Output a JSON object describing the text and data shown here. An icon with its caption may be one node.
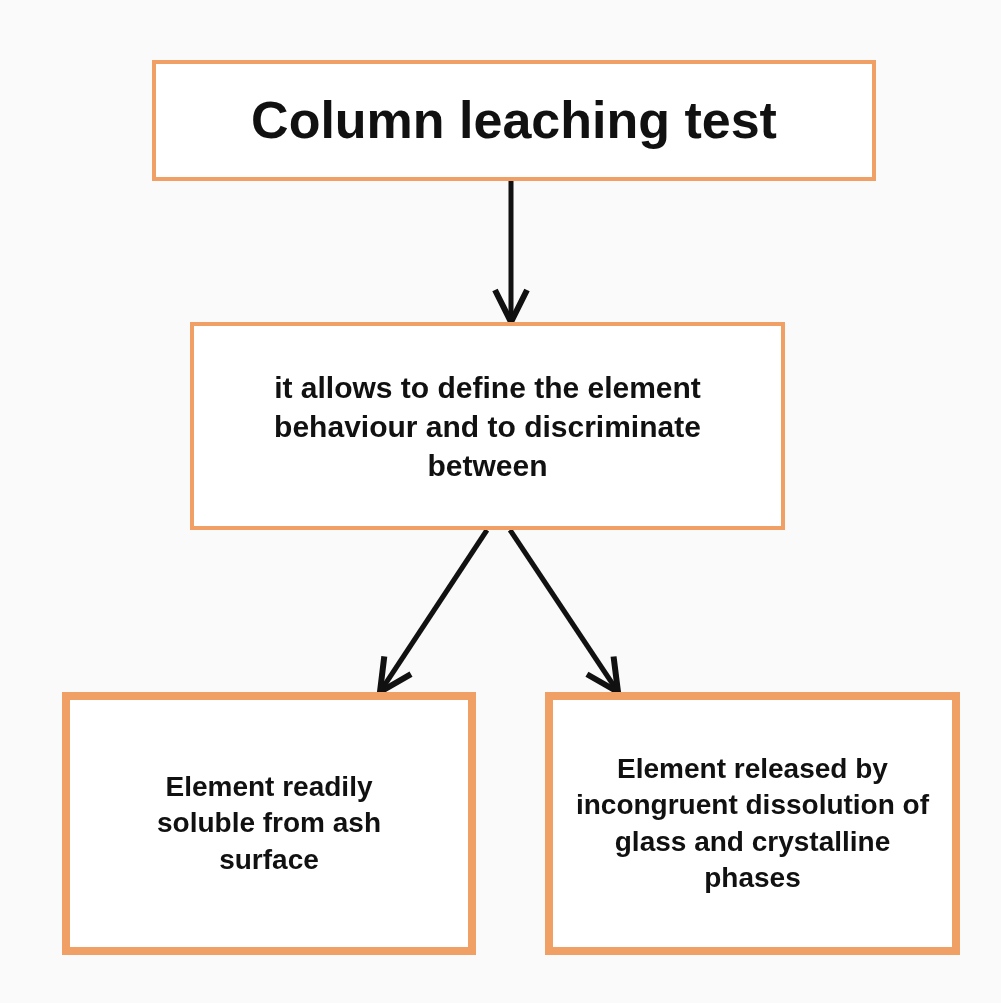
{
  "diagram": {
    "nodes": [
      {
        "text": [
          "Column leaching test"
        ]
      },
      {
        "text": [
          "it allows to define the element behaviour and to discriminate between"
        ]
      },
      {
        "text": [
          "Element readily soluble from ash surface"
        ]
      },
      {
        "text": [
          "Element released by incongruent dissolution of glass and crystalline phases"
        ]
      }
    ],
    "edges": [
      {
        "from": 0,
        "to": 1,
        "arrow": "to"
      },
      {
        "from": 1,
        "to": 2,
        "arrow": "to"
      },
      {
        "from": 1,
        "to": 3,
        "arrow": "to"
      }
    ]
  }
}
